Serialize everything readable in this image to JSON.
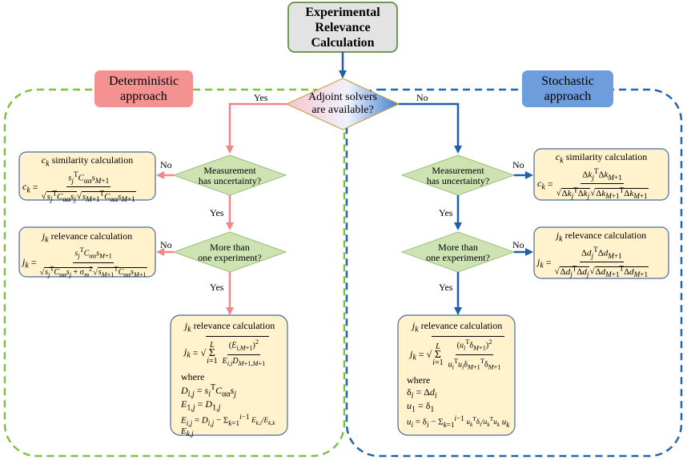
{
  "colors": {
    "left_dash": "#7dc143",
    "right_dash": "#2464a9",
    "left_arrow": "#f08686",
    "right_arrow": "#1f5ea8",
    "title_fill": "#e3e3e3",
    "title_border": "#6e9a55",
    "deterministic_fill": "#f49292",
    "stochastic_fill": "#6d9ddd",
    "decision_fill": "#cde4b2",
    "formula_fill": "#fff2cc",
    "formula_border": "#4a6a9a"
  },
  "title": {
    "line1": "Experimental",
    "line2": "Relevance",
    "line3": "Calculation"
  },
  "deterministic": {
    "line1": "Deterministic",
    "line2": "approach"
  },
  "stochastic": {
    "line1": "Stochastic",
    "line2": "approach"
  },
  "adjoint": {
    "line1": "Adjoint solvers",
    "line2": "are available?"
  },
  "branches": {
    "yes": "Yes",
    "no": "No"
  },
  "decisions": {
    "uncertainty": {
      "line1": "Measurement",
      "line2": "has uncertainty?"
    },
    "multi": {
      "line1": "More than",
      "line2": "one experiment?"
    }
  },
  "formula_labels": {
    "similarity": "similarity calculation",
    "relevance": "relevance calculation",
    "where": "where"
  },
  "left_formulas": {
    "similarity_head": "c_k similarity calculation",
    "similarity_eq": "c_k = s_j^T C_αα s_{M+1} / ( sqrt(s_j^T C_αα s_j) sqrt(s_{M+1}^T C_αα s_{M+1}) )",
    "relevance_head": "j_k relevance calculation",
    "relevance_eq": "j_k = s_j^T C_αα s_{M+1} / ( sqrt(s_j^T C_αα s_j + σ_m^2) sqrt(s_{M+1}^T C_αα s_{M+1}) )",
    "multi_head": "j_k relevance calculation",
    "multi_eq": "j_k = sqrt( Σ_{i=1}^{L} (E_{i,M+1})^2 / (E_{i,i} D_{M+1,M+1}) )",
    "where_1": "D_{i,j} = s_i^T C_αα s_j",
    "where_2": "E_{1,j} = D_{1,j}",
    "where_3": "E_{i,j} = D_{i,j} − Σ_{k=1}^{i−1} (E_{k,i}/E_{k,k}) E_{k,j}"
  },
  "right_formulas": {
    "similarity_head": "c_k similarity calculation",
    "similarity_eq": "c_k = Δk_j^T Δk_{M+1} / ( sqrt(Δk_j^T Δk_j) sqrt(Δk_{M+1}^T Δk_{M+1}) )",
    "relevance_head": "j_k relevance calculation",
    "relevance_eq": "j_k = Δd_j^T Δd_{M+1} / ( sqrt(Δd_j^T Δd_j) sqrt(Δd_{M+1}^T Δd_{M+1}) )",
    "multi_head": "j_k relevance calculation",
    "multi_eq": "j_k = sqrt( Σ_{i=1}^{L} (u_i^T δ_{M+1})^2 / (u_i^T u_i δ_{M+1}^T δ_{M+1}) )",
    "where_1": "δ_i = Δd_i",
    "where_2": "u_1 = δ_1",
    "where_3": "u_i = δ_i − Σ_{k=1}^{i−1} (u_k^T δ_i / u_k^T u_k) u_k"
  }
}
